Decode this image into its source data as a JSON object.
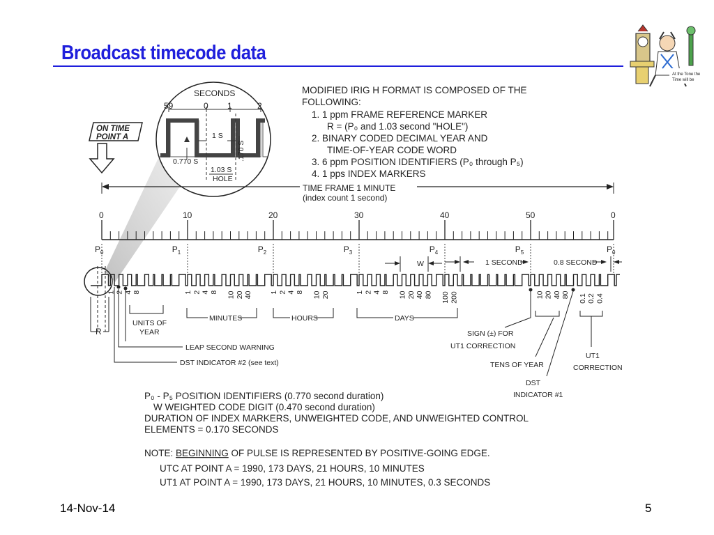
{
  "slide": {
    "title": "Broadcast timecode data",
    "date": "14-Nov-14",
    "page_number": "5"
  },
  "clipart": {
    "caption_line1": "At the Tone the",
    "caption_line2": "Time will be"
  },
  "inset": {
    "seconds_label": "SECONDS",
    "tick_59": "59",
    "tick_0": "0",
    "tick_1": "1",
    "tick_2": "2",
    "one_s": "1 S",
    "pulse_0770": "0.770 S",
    "pulse_017": ".170 S",
    "hole_line1": "1.03 S",
    "hole_line2": "HOLE"
  },
  "on_time": {
    "line1": "ON TIME",
    "line2": "POINT A"
  },
  "description": {
    "heading1": "MODIFIED IRIG H FORMAT IS COMPOSED OF THE",
    "heading2": "FOLLOWING:",
    "item1": "1. 1 ppm FRAME REFERENCE MARKER",
    "item1b": "R = (P₀ and 1.03 second \"HOLE\")",
    "item2": "2. BINARY CODED DECIMAL YEAR AND",
    "item2b": "TIME-OF-YEAR CODE WORD",
    "item3": "3. 6 ppm POSITION IDENTIFIERS (P₀ through P₅)",
    "item4": "4. 1 pps INDEX MARKERS"
  },
  "timeframe": {
    "line1": "TIME FRAME 1 MINUTE",
    "line2": "(index count 1 second)"
  },
  "scale_ticks": [
    "0",
    "10",
    "20",
    "30",
    "40",
    "50",
    "0"
  ],
  "position_ids": [
    "P0",
    "P1",
    "P2",
    "P3",
    "P4",
    "P5",
    "P0"
  ],
  "spans": {
    "w": "W",
    "one_second": "1 SECOND",
    "point8_second": "0.8 SECOND"
  },
  "bit_weights": {
    "year_units": [
      "1",
      "2",
      "4",
      "8"
    ],
    "minutes": [
      "1",
      "2",
      "4",
      "8",
      "10",
      "20",
      "40"
    ],
    "hours": [
      "1",
      "2",
      "4",
      "8",
      "10",
      "20"
    ],
    "days": [
      "1",
      "2",
      "4",
      "8",
      "10",
      "20",
      "40",
      "80",
      "100",
      "200"
    ],
    "tens_of_year": [
      "10",
      "20",
      "40",
      "80"
    ],
    "ut1": [
      "0.1",
      "0.2",
      "0.4"
    ]
  },
  "groups": {
    "units_of_year_1": "UNITS OF",
    "units_of_year_2": "YEAR",
    "minutes": "MINUTES",
    "hours": "HOURS",
    "days": "DAYS",
    "r": "R",
    "leap_second": "LEAP SECOND WARNING",
    "dst2": "DST INDICATOR #2 (see text)",
    "sign_1": "SIGN (±) FOR",
    "sign_2": "UT1 CORRECTION",
    "tens_of_year": "TENS OF YEAR",
    "dst1_1": "DST",
    "dst1_2": "INDICATOR #1",
    "ut1_1": "UT1",
    "ut1_2": "CORRECTION"
  },
  "notes": {
    "line1": "P₀ - P₅ POSITION IDENTIFIERS (0.770 second duration)",
    "line2": "W  WEIGHTED CODE DIGIT (0.470 second duration)",
    "line3": "DURATION OF INDEX MARKERS, UNWEIGHTED CODE, AND UNWEIGHTED CONTROL",
    "line4": "ELEMENTS = 0.170 SECONDS",
    "note_prefix": "NOTE: ",
    "note_underlined": "BEGINNING",
    "note_rest": " OF PULSE IS REPRESENTED BY POSITIVE-GOING EDGE.",
    "utc": "UTC AT POINT A = 1990, 173 DAYS, 21 HOURS, 10 MINUTES",
    "ut1": "UT1 AT POINT A = 1990, 173 DAYS, 21 HOURS, 10 MINUTES, 0.3 SECONDS"
  },
  "colors": {
    "title": "#1f1fdc",
    "ink": "#222222"
  }
}
